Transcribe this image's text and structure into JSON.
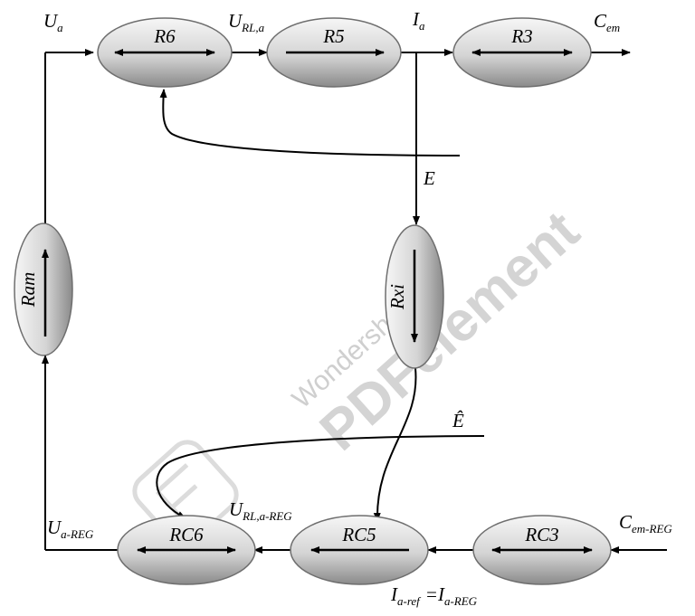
{
  "blocks": {
    "r6": "R6",
    "r5": "R5",
    "r3": "R3",
    "ram": "Ram",
    "rxi": "Rxi",
    "rc6": "RC6",
    "rc5": "RC5",
    "rc3": "RC3"
  },
  "signals": {
    "ua_main": "U",
    "ua_sub": "a",
    "url_main": "U",
    "url_sub": "RL,a",
    "ia_main": "I",
    "ia_sub": "a",
    "cem_main": "C",
    "cem_sub": "em",
    "e": "E",
    "ehat": "Ê",
    "uareg_main": "U",
    "uareg_sub": "a-REG",
    "urlreg_main": "U",
    "urlreg_sub": "RL,a-REG",
    "cemreg_main": "C",
    "cemreg_sub": "em-REG",
    "iaref_main": "I",
    "iaref_sub": "a-ref",
    "iareg_eq": "=I",
    "iareg_sub": "a-REG"
  },
  "watermark": {
    "line1": "Wondershare",
    "line2": "PDFelement"
  }
}
